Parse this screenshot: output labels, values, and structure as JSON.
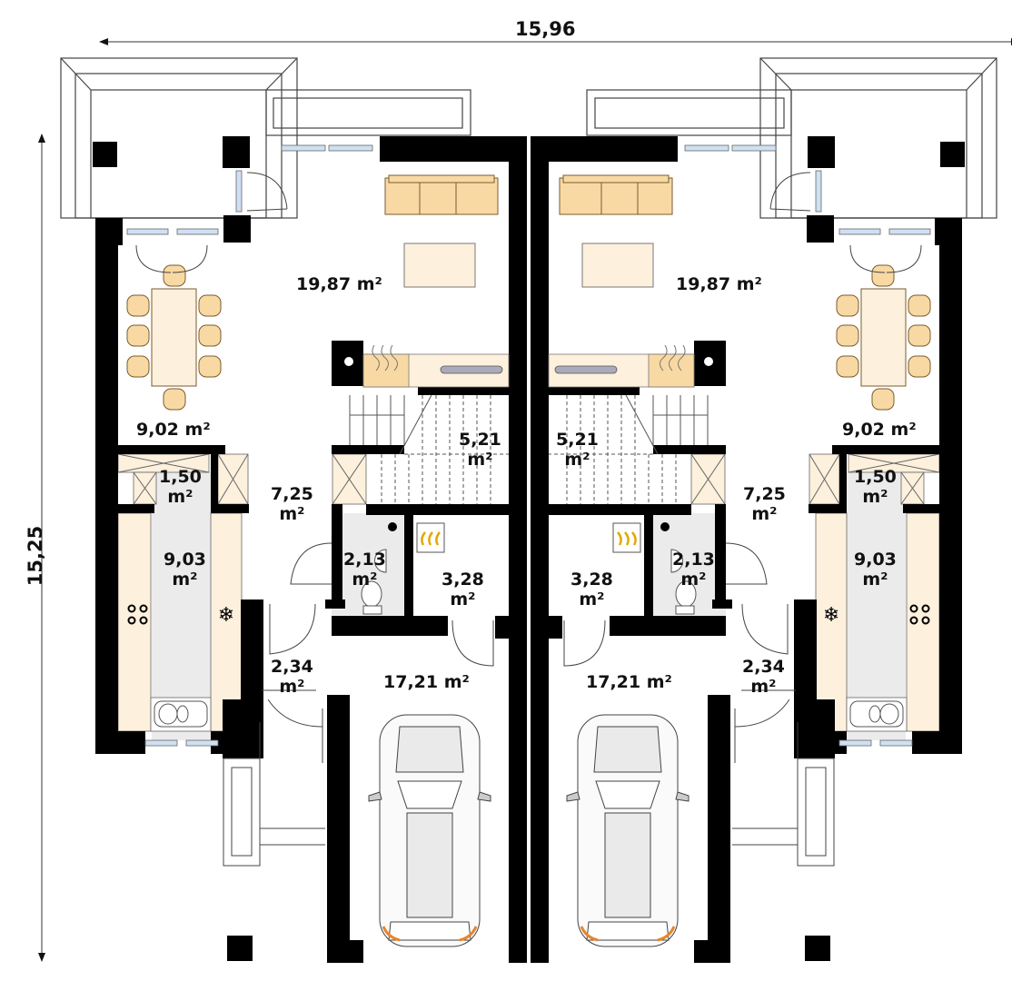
{
  "dimensions": {
    "width_label": "15,96",
    "height_label": "15,25"
  },
  "colors": {
    "wall": "#000000",
    "furniture": "#f9d9a3",
    "furniture_light": "#fdf0dc",
    "floor_gray": "#ebebeb",
    "window_glass": "#cfe0f3",
    "line": "#444444",
    "car_orange": "#e8852a"
  },
  "units": {
    "left": {
      "rooms": [
        {
          "id": "living",
          "area": "19,87",
          "unit": "m²"
        },
        {
          "id": "dining",
          "area": "9,02",
          "unit": "m²"
        },
        {
          "id": "pantry",
          "area": "1,50",
          "unit": "m²"
        },
        {
          "id": "hall",
          "area": "7,25",
          "unit": "m²"
        },
        {
          "id": "stairs",
          "area": "5,21",
          "unit": "m²"
        },
        {
          "id": "kitchen",
          "area": "9,03",
          "unit": "m²"
        },
        {
          "id": "wc",
          "area": "2,13",
          "unit": "m²"
        },
        {
          "id": "boiler",
          "area": "3,28",
          "unit": "m²"
        },
        {
          "id": "vestibule",
          "area": "2,34",
          "unit": "m²"
        },
        {
          "id": "garage",
          "area": "17,21",
          "unit": "m²"
        }
      ]
    },
    "right": {
      "rooms": [
        {
          "id": "living",
          "area": "19,87",
          "unit": "m²"
        },
        {
          "id": "dining",
          "area": "9,02",
          "unit": "m²"
        },
        {
          "id": "pantry",
          "area": "1,50",
          "unit": "m²"
        },
        {
          "id": "hall",
          "area": "7,25",
          "unit": "m²"
        },
        {
          "id": "stairs",
          "area": "5,21",
          "unit": "m²"
        },
        {
          "id": "kitchen",
          "area": "9,03",
          "unit": "m²"
        },
        {
          "id": "wc",
          "area": "2,13",
          "unit": "m²"
        },
        {
          "id": "boiler",
          "area": "3,28",
          "unit": "m²"
        },
        {
          "id": "vestibule",
          "area": "2,34",
          "unit": "m²"
        },
        {
          "id": "garage",
          "area": "17,21",
          "unit": "m²"
        }
      ]
    }
  },
  "icons": [
    "sofa-icon",
    "coffee-table-icon",
    "dining-table-icon",
    "fireplace-icon",
    "tv-icon",
    "stairs-icon",
    "stove-icon",
    "fridge-icon",
    "sink-icon",
    "toilet-icon",
    "washbasin-icon",
    "boiler-icon",
    "car-icon",
    "door-icon",
    "window-icon"
  ]
}
